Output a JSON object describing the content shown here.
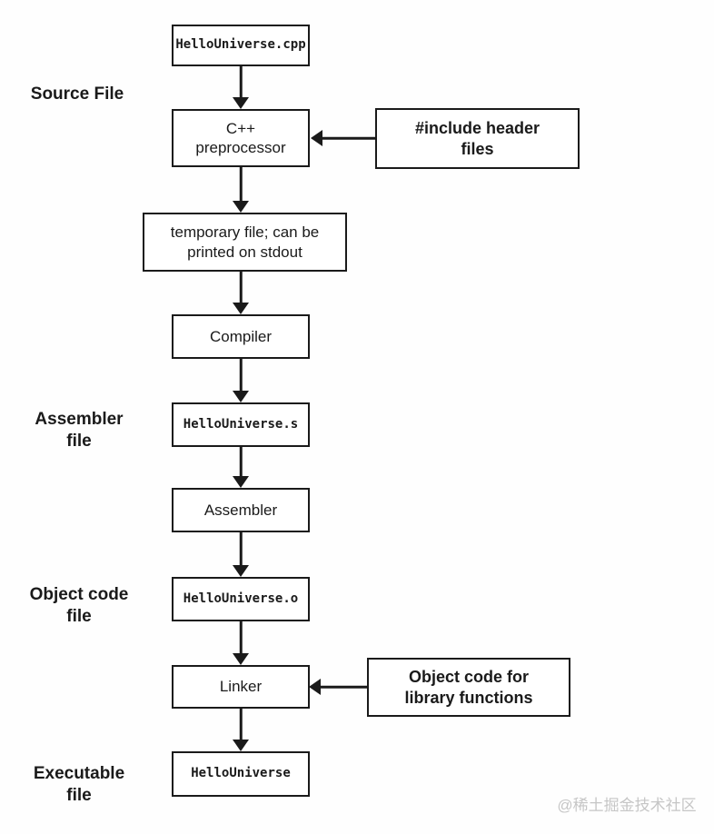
{
  "flowchart": {
    "stage_labels": {
      "source": "Source File",
      "assembler": "Assembler\nfile",
      "object": "Object code\nfile",
      "executable": "Executable\nfile"
    },
    "nodes": {
      "source_file": "HelloUniverse.cpp",
      "preprocessor": "C++\npreprocessor",
      "temp_file": "temporary file; can be\nprinted on stdout",
      "compiler": "Compiler",
      "assembler_file": "HelloUniverse.s",
      "assembler": "Assembler",
      "object_file": "HelloUniverse.o",
      "linker": "Linker",
      "executable_file": "HelloUniverse"
    },
    "annotations": {
      "include_headers": "#include header\nfiles",
      "library_objects": "Object code for\nlibrary functions"
    },
    "watermark": "@稀土掘金技术社区",
    "colors": {
      "line": "#1a1a1a",
      "watermark": "#c6c6c6",
      "background": "#fefefe"
    }
  }
}
